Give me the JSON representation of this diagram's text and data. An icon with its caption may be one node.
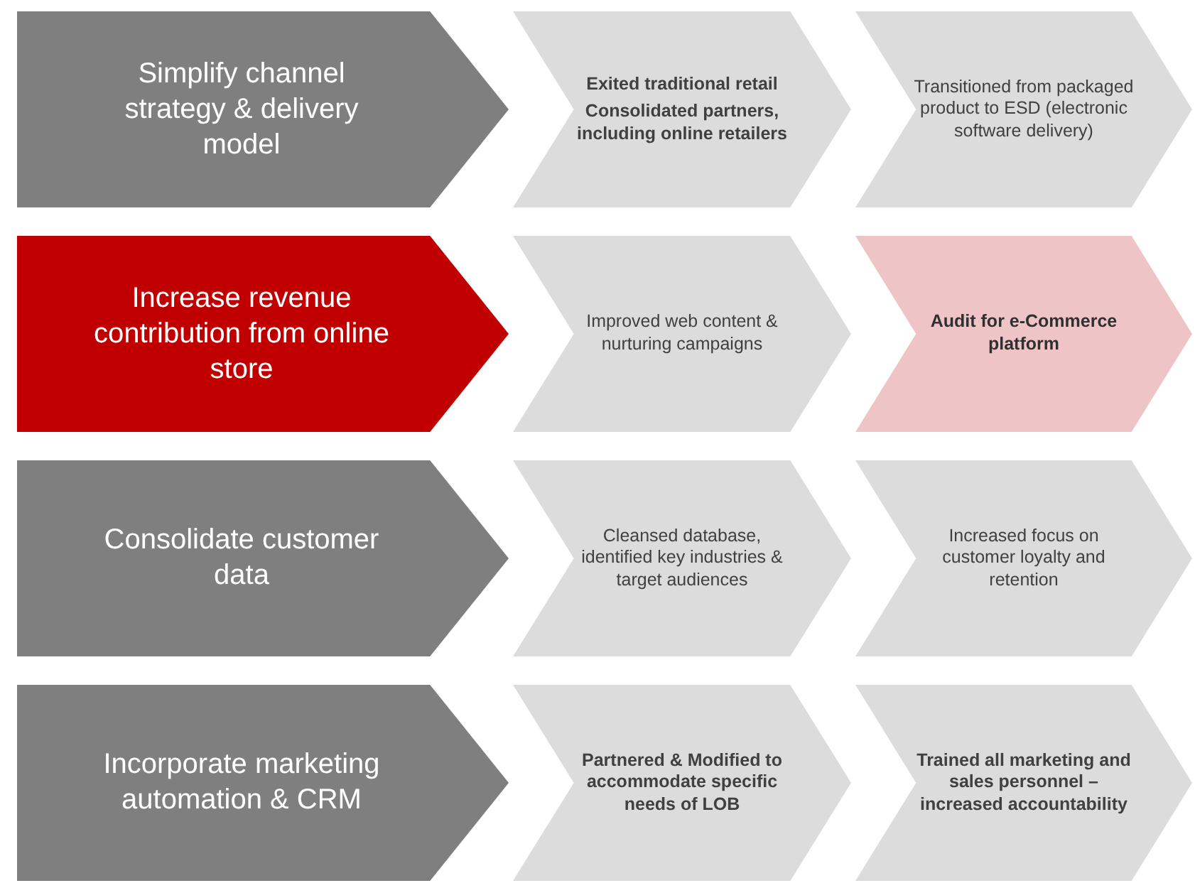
{
  "diagram": {
    "nodes": [
      {
        "text": [
          "Simplify channel strategy & delivery model"
        ]
      },
      {
        "text": [
          "Exited traditional retail",
          "Consolidated partners, including online retailers"
        ]
      },
      {
        "text": [
          "Transitioned from packaged product to ESD (electronic software delivery)"
        ]
      },
      {
        "text": [
          "Increase revenue contribution from online store"
        ]
      },
      {
        "text": [
          "Improved web content & nurturing campaigns"
        ]
      },
      {
        "text": [
          "Audit for e-Commerce platform"
        ]
      },
      {
        "text": [
          "Consolidate customer data"
        ]
      },
      {
        "text": [
          "Cleansed database, identified key industries & target audiences"
        ]
      },
      {
        "text": [
          "Increased focus on customer loyalty and retention"
        ]
      },
      {
        "text": [
          "Incorporate marketing automation & CRM"
        ]
      },
      {
        "text": [
          "Partnered & Modified to accommodate specific needs of LOB"
        ]
      },
      {
        "text": [
          "Trained all marketing and sales personnel – increased accountability"
        ]
      }
    ]
  }
}
